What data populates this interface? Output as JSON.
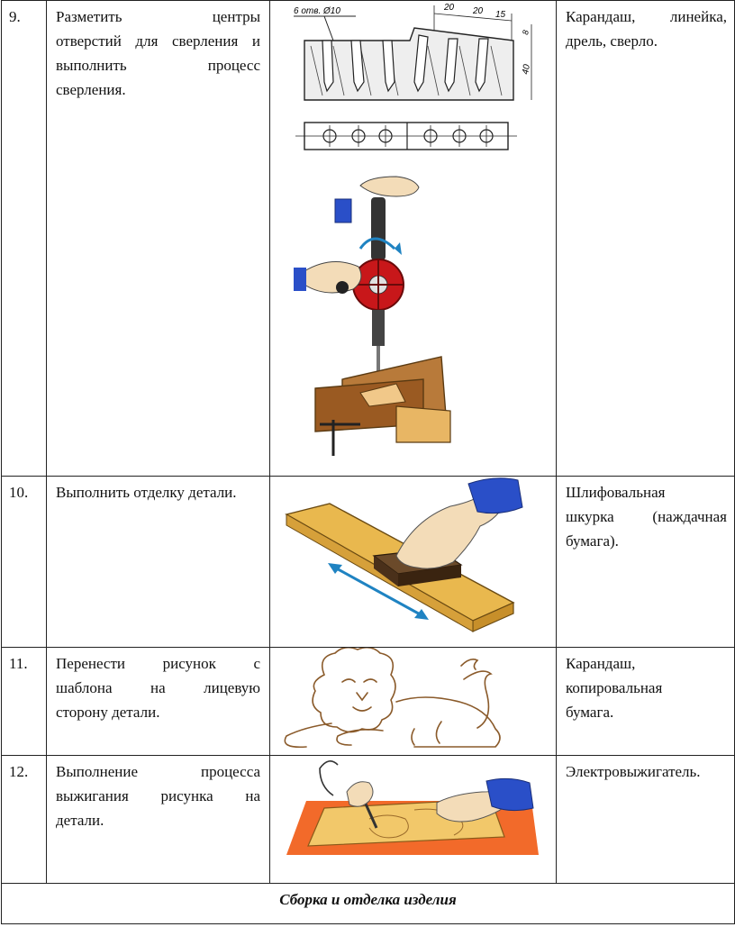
{
  "rows": [
    {
      "num": "9.",
      "task_lines": [
        "Разметить центры",
        "отверстий для сверления и",
        "выполнить процесс",
        "сверления."
      ],
      "tools_lines": [
        "Карандаш, линейка,",
        "дрель, сверло."
      ],
      "drawing_labels": {
        "holes": "6 отв. Ø10",
        "dim1": "20",
        "dim2": "20",
        "dim3": "15",
        "dim4": "8",
        "dim5": "40"
      },
      "illustration": "hand-drill-on-workpiece"
    },
    {
      "num": "10.",
      "task_lines": [
        "Выполнить отделку детали."
      ],
      "tools_lines": [
        "Шлифовальная",
        "шкурка (наждачная",
        "бумага)."
      ],
      "illustration": "sanding-block-on-board"
    },
    {
      "num": "11.",
      "task_lines": [
        "Перенести рисунок с",
        "шаблона на лицевую",
        "сторону детали."
      ],
      "tools_lines": [
        "Карандаш,",
        "копировальная",
        "бумага."
      ],
      "illustration": "lion-outline"
    },
    {
      "num": "12.",
      "task_lines": [
        "Выполнение процесса",
        "выжигания рисунка на",
        "детали."
      ],
      "tools_lines": [
        "Электровыжигатель."
      ],
      "illustration": "wood-burning-on-board"
    }
  ],
  "footer": "Сборка и отделка изделия"
}
